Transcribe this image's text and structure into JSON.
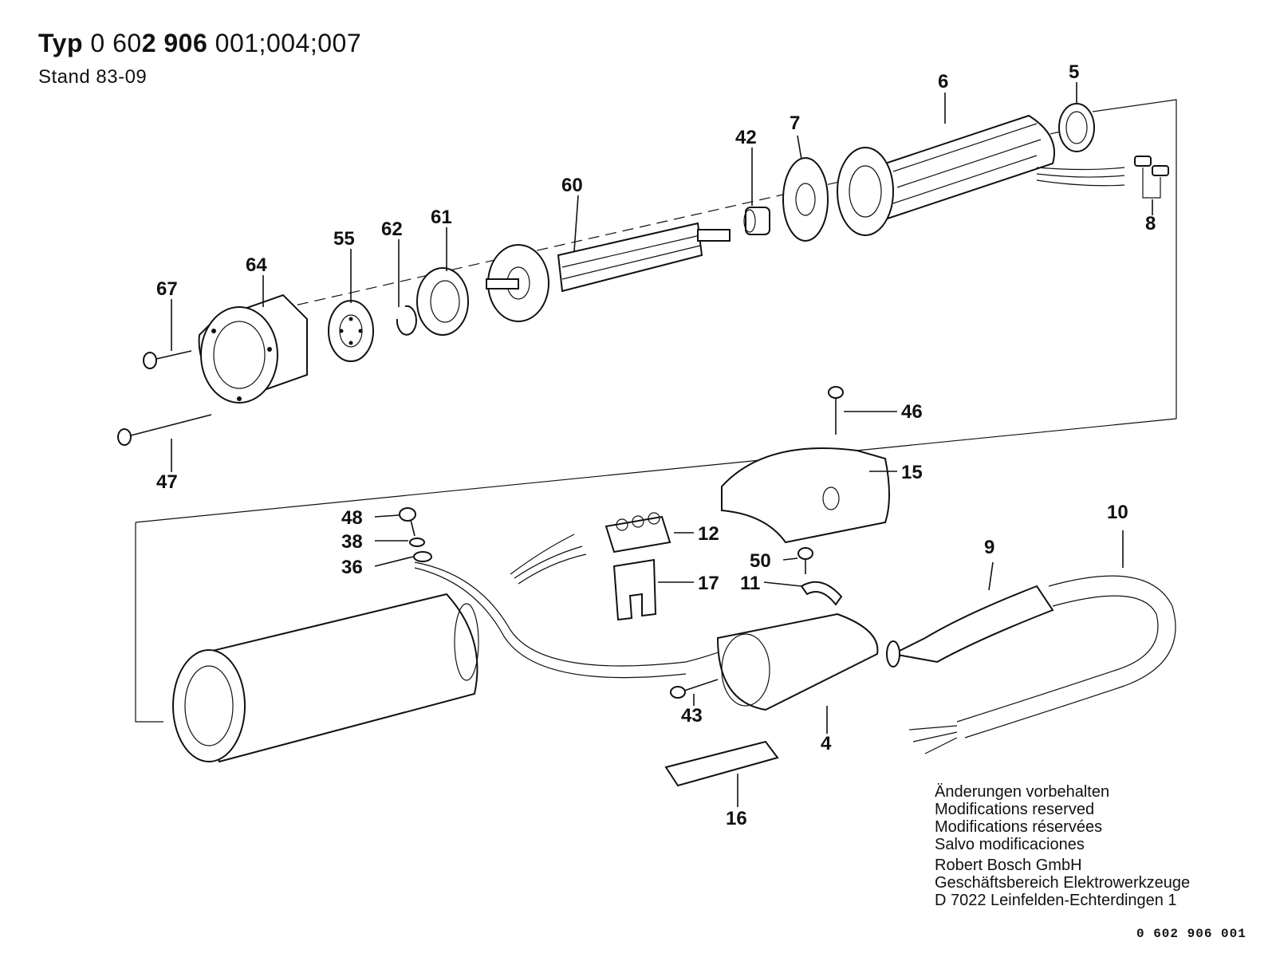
{
  "header": {
    "typ_prefix": "Typ",
    "typ_number_a": "0 60",
    "typ_number_b": "2 906",
    "typ_variants": "001;004;007",
    "stand": "Stand  83-09"
  },
  "callouts": {
    "c5": "5",
    "c6": "6",
    "c7": "7",
    "c42": "42",
    "c8": "8",
    "c60": "60",
    "c61": "61",
    "c62": "62",
    "c55": "55",
    "c64": "64",
    "c67": "67",
    "c47": "47",
    "c46": "46",
    "c15": "15",
    "c48": "48",
    "c12": "12",
    "c38": "38",
    "c36": "36",
    "c50": "50",
    "c11": "11",
    "c17": "17",
    "c10": "10",
    "c9": "9",
    "c43": "43",
    "c4": "4",
    "c16": "16"
  },
  "notes": {
    "line1": "Änderungen vorbehalten",
    "line2": "Modifications reserved",
    "line3": "Modifications réservées",
    "line4": "Salvo modificaciones",
    "company1": "Robert Bosch GmbH",
    "company2": "Geschäftsbereich Elektrowerkzeuge",
    "company3": "D 7022 Leinfelden-Echterdingen 1"
  },
  "doc_number": "0 602 906 001"
}
